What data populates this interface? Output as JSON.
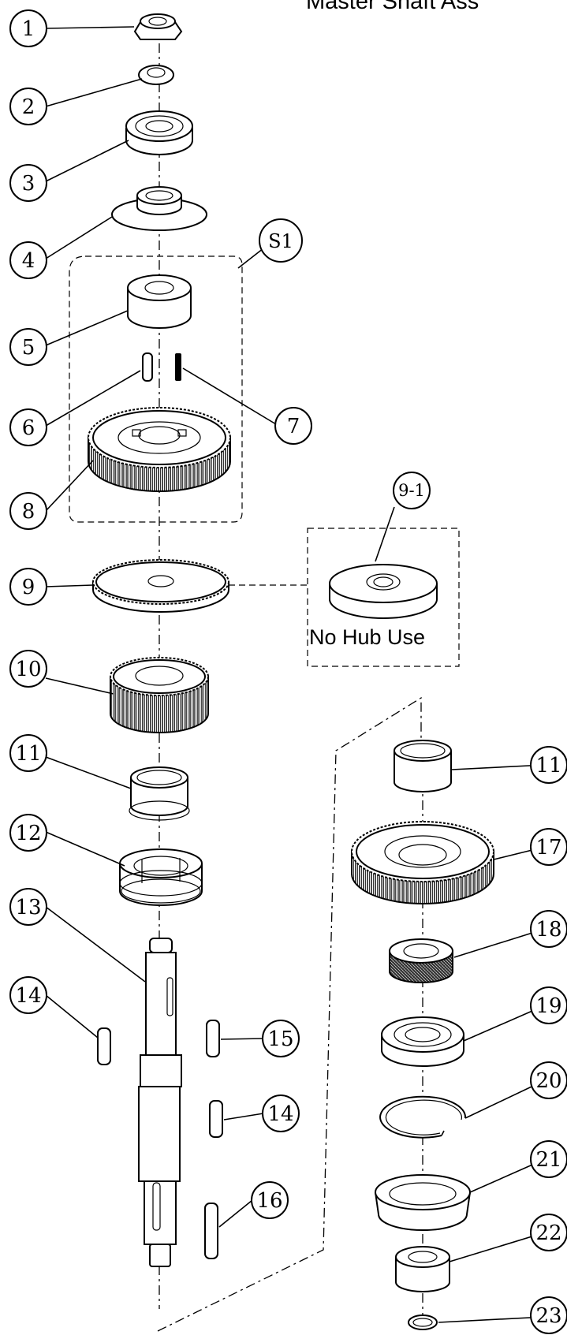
{
  "title": "Master Shaft Ass",
  "box_label": "No Hub Use",
  "callouts": {
    "c1": "1",
    "c2": "2",
    "c3": "3",
    "c4": "4",
    "c5": "5",
    "c6": "6",
    "c7": "7",
    "c8": "8",
    "c9": "9",
    "c9_1": "9-1",
    "c10": "10",
    "c11": "11",
    "c11b": "11",
    "c12": "12",
    "c13": "13",
    "c14": "14",
    "c14b": "14",
    "c15": "15",
    "c16": "16",
    "c17": "17",
    "c18": "18",
    "c19": "19",
    "c20": "20",
    "c21": "21",
    "c22": "22",
    "c23": "23",
    "cS1": "S1"
  }
}
